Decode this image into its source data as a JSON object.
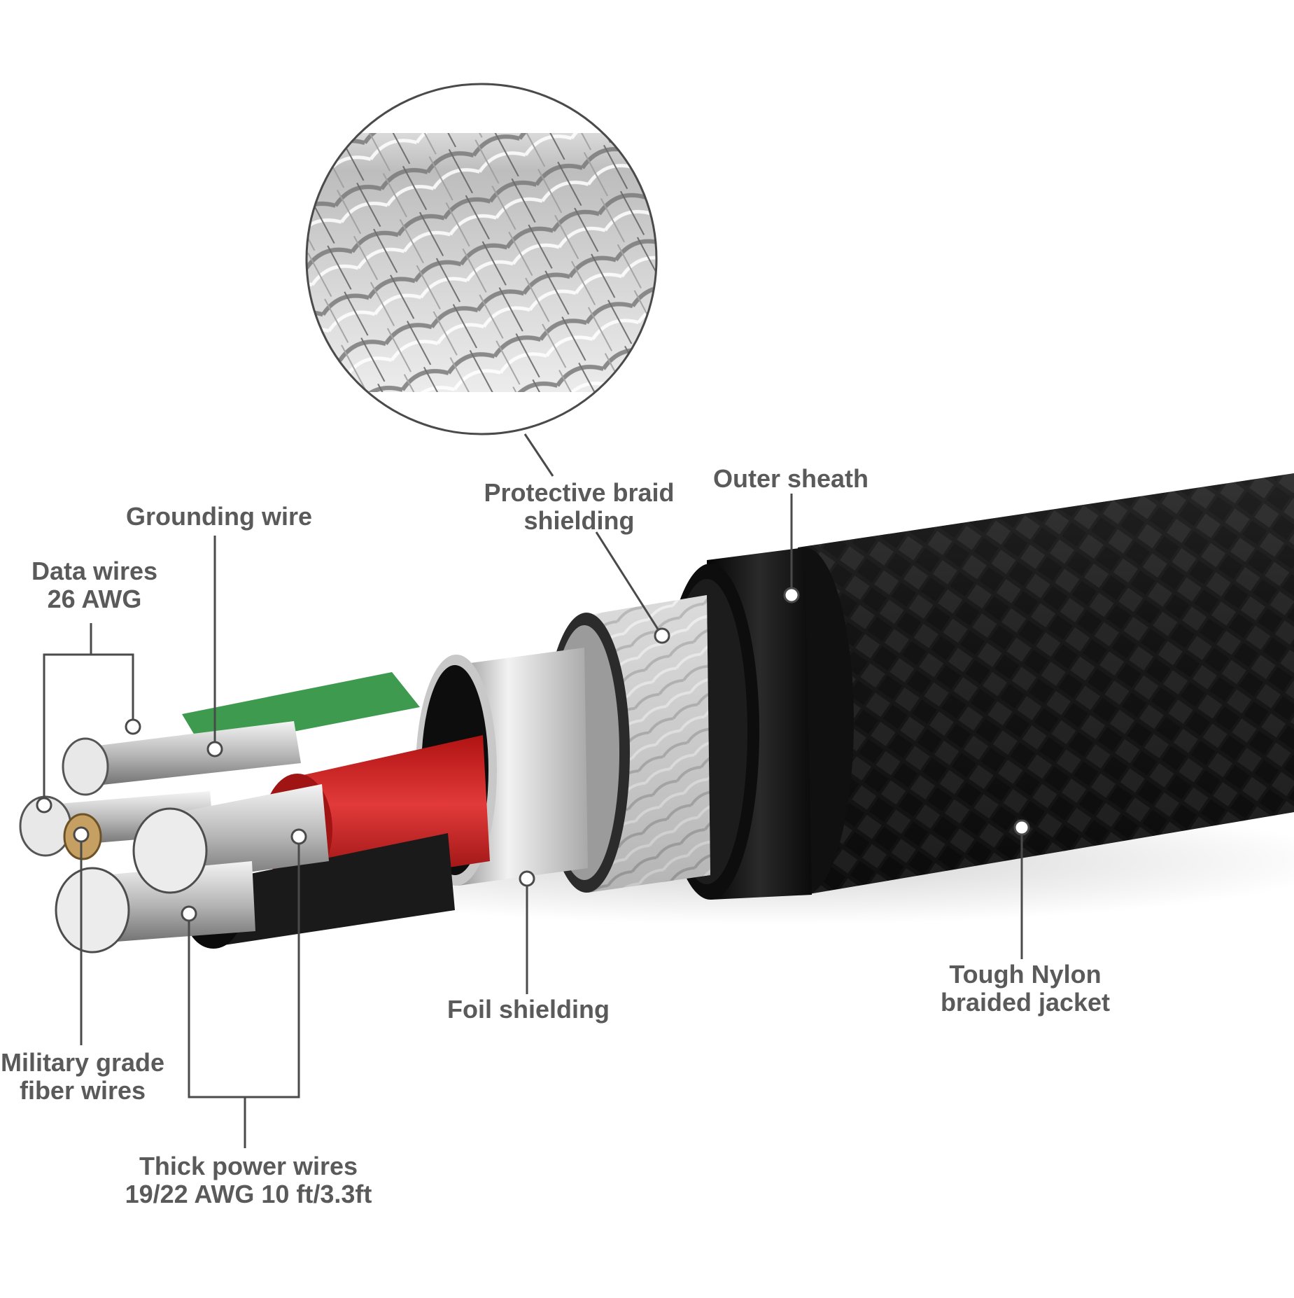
{
  "labels": {
    "grounding_wire": "Grounding wire",
    "data_wires_1": "Data wires",
    "data_wires_2": "26 AWG",
    "protective_braid_1": "Protective braid",
    "protective_braid_2": "shielding",
    "outer_sheath": "Outer sheath",
    "military_grade_1": "Military grade",
    "military_grade_2": "fiber wires",
    "foil_shielding": "Foil shielding",
    "nylon_jacket_1": "Tough Nylon",
    "nylon_jacket_2": "braided jacket",
    "power_wires_1": "Thick power wires",
    "power_wires_2": "19/22 AWG 10 ft/3.3ft"
  },
  "colors": {
    "label_text": "#5a5a5a",
    "leader_line": "#4a4a4a",
    "jacket": "#151515",
    "outer_sheath": "#1b1b1b",
    "braid": "#c9c9c9",
    "foil": "#d6d6d6",
    "red_wire": "#d11f1f",
    "green_wire": "#3e9a4f",
    "copper_core": "#c6a063"
  },
  "icons": {
    "magnifier": "braid-closeup-magnifier-circle"
  }
}
